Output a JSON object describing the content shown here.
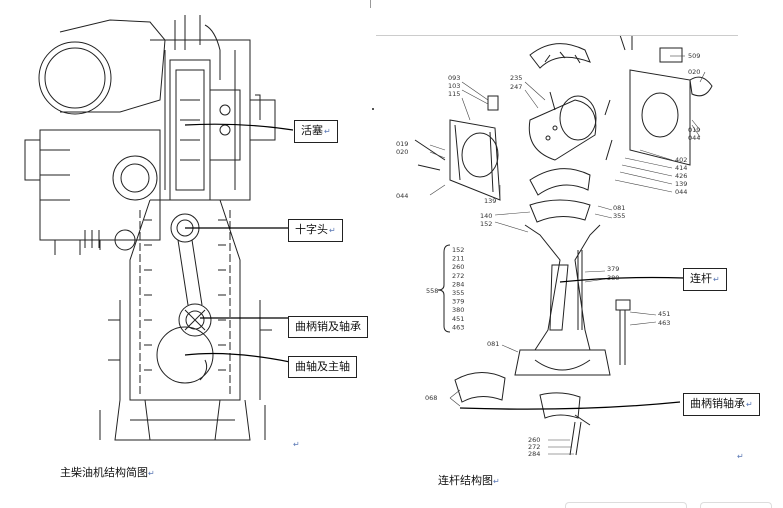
{
  "left_figure": {
    "labels": {
      "piston": "活塞",
      "crosshead": "十字头",
      "crankpin": "曲柄销及轴承",
      "crankshaft": "曲轴及主轴"
    },
    "caption": "主柴油机结构简图"
  },
  "right_figure": {
    "labels": {
      "connecting_rod": "连杆",
      "crankpin_bearing": "曲柄销轴承"
    },
    "caption": "连杆结构图",
    "part_numbers": {
      "p093": "093",
      "p103": "103",
      "p115": "115",
      "p235": "235",
      "p247": "247",
      "p509": "509",
      "p020a": "020",
      "p019a": "019",
      "p044a": "044",
      "p019b": "019",
      "p020b": "020",
      "p044b": "044",
      "p402": "402",
      "p414": "414",
      "p426": "426",
      "p139a": "139",
      "p044c": "044",
      "p139b": "139",
      "p140": "140",
      "p152": "152",
      "p081a": "081",
      "p355": "355",
      "p379": "379",
      "p380": "380",
      "p451": "451",
      "p463": "463",
      "p081b": "081",
      "p068": "068",
      "p260": "260",
      "p272": "272",
      "p284": "284"
    },
    "bracket_number": "558",
    "bracket_list": [
      "152",
      "211",
      "260",
      "272",
      "284",
      "355",
      "379",
      "380",
      "451",
      "463"
    ]
  },
  "return_mark": "↵"
}
